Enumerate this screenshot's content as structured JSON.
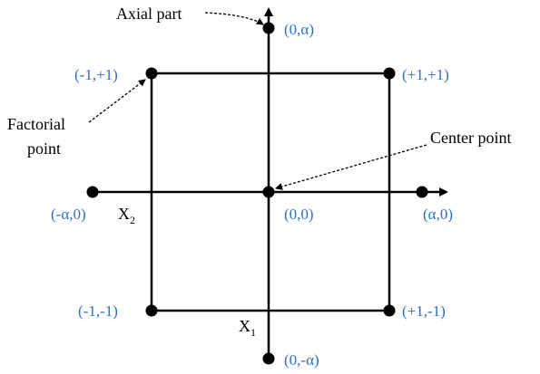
{
  "colors": {
    "coordinate_label": "#2f6fc4",
    "lines": "#000000"
  },
  "points": [
    {
      "id": "axial-top",
      "label": "(0,α)"
    },
    {
      "id": "axial-bottom",
      "label": "(0,-α)"
    },
    {
      "id": "axial-left",
      "label": "(-α,0)"
    },
    {
      "id": "axial-right",
      "label": "(α,0)"
    },
    {
      "id": "factorial-top-left",
      "label": "(-1,+1)"
    },
    {
      "id": "factorial-top-right",
      "label": "(+1,+1)"
    },
    {
      "id": "factorial-bottom-left",
      "label": "(-1,-1)"
    },
    {
      "id": "factorial-bottom-right",
      "label": "(+1,-1)"
    },
    {
      "id": "center",
      "label": "(0,0)"
    }
  ],
  "axes": {
    "x2": {
      "letter": "X",
      "subscript": "2"
    },
    "x1": {
      "letter": "X",
      "subscript": "1"
    }
  },
  "annotations": {
    "axial_part": "Axial part",
    "factorial_point_line1": "Factorial",
    "factorial_point_line2": "point",
    "center_point": "Center point"
  }
}
